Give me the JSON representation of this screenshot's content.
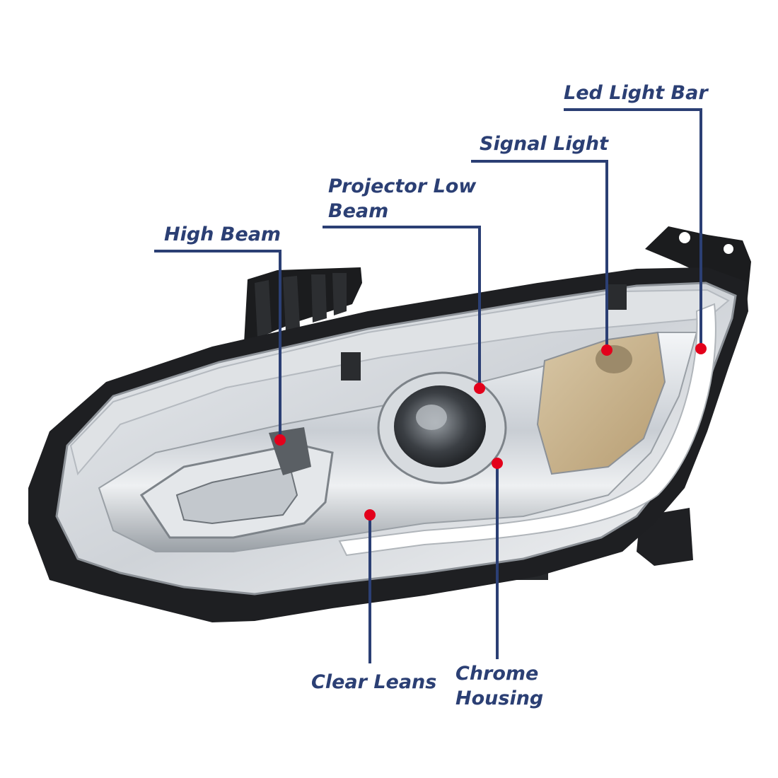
{
  "colors": {
    "leader_line": "#2b3f74",
    "label_text": "#2b3f74",
    "marker_dot": "#e3001b",
    "background": "#ffffff"
  },
  "labels": {
    "led_light_bar": "Led Light Bar",
    "signal_light": "Signal Light",
    "projector_low_beam_line1": "Projector Low",
    "projector_low_beam_line2": "Beam",
    "high_beam": "High Beam",
    "clear_leans": "Clear Leans",
    "chrome_housing_line1": "Chrome",
    "chrome_housing_line2": "Housing"
  }
}
